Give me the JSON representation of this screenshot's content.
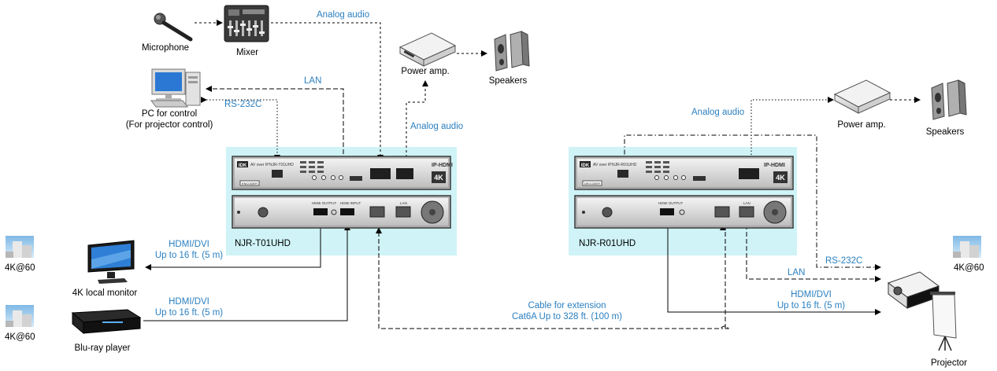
{
  "devices": {
    "microphone": "Microphone",
    "mixer": "Mixer",
    "pc": "PC for control",
    "pc_sub": "(For projector control)",
    "power_amp_left": "Power amp.",
    "speakers_left": "Speakers",
    "power_amp_right": "Power amp.",
    "speakers_right": "Speakers",
    "transmitter": "NJR-T01UHD",
    "receiver": "NJR-R01UHD",
    "monitor": "4K local monitor",
    "bluray": "Blu-ray player",
    "projector": "Projector"
  },
  "signals": {
    "analog_audio_top": "Analog audio",
    "analog_audio_mid": "Analog audio",
    "analog_audio_right": "Analog audio",
    "lan_left": "LAN",
    "rs232c_left": "RS-232C",
    "lan_right": "LAN",
    "rs232c_right": "RS-232C"
  },
  "hdmi_monitor": {
    "line1": "HDMI/DVI",
    "line2": "Up to 16 ft. (5 m)"
  },
  "hdmi_bluray": {
    "line1": "HDMI/DVI",
    "line2": "Up to 16 ft. (5 m)"
  },
  "hdmi_projector": {
    "line1": "HDMI/DVI",
    "line2": "Up to 16 ft. (5 m)"
  },
  "cable": {
    "line1": "Cable for extension",
    "line2": "Cat6A Up to 328 ft. (100 m)"
  },
  "resolution": {
    "monitor": "4K@60",
    "bluray": "4K@60",
    "projector": "4K@60"
  },
  "panel_text": {
    "tx_model": "NJR-T01UHD",
    "rx_model": "NJR-R01UHD",
    "brand": "IDK",
    "series": "IP-HDMI",
    "tagline": "AV over IP",
    "hdmi_output": "HDMI OUTPUT",
    "hdmi_input": "HDMI INPUT",
    "lan": "LAN",
    "encoder": "ENCODER",
    "decoder": "DECODER",
    "badge": "4K"
  },
  "colors": {
    "panel_bg": "#cff3f7",
    "signal_blue": "#2a7fc0",
    "device_gray": "#c9c9c9"
  }
}
